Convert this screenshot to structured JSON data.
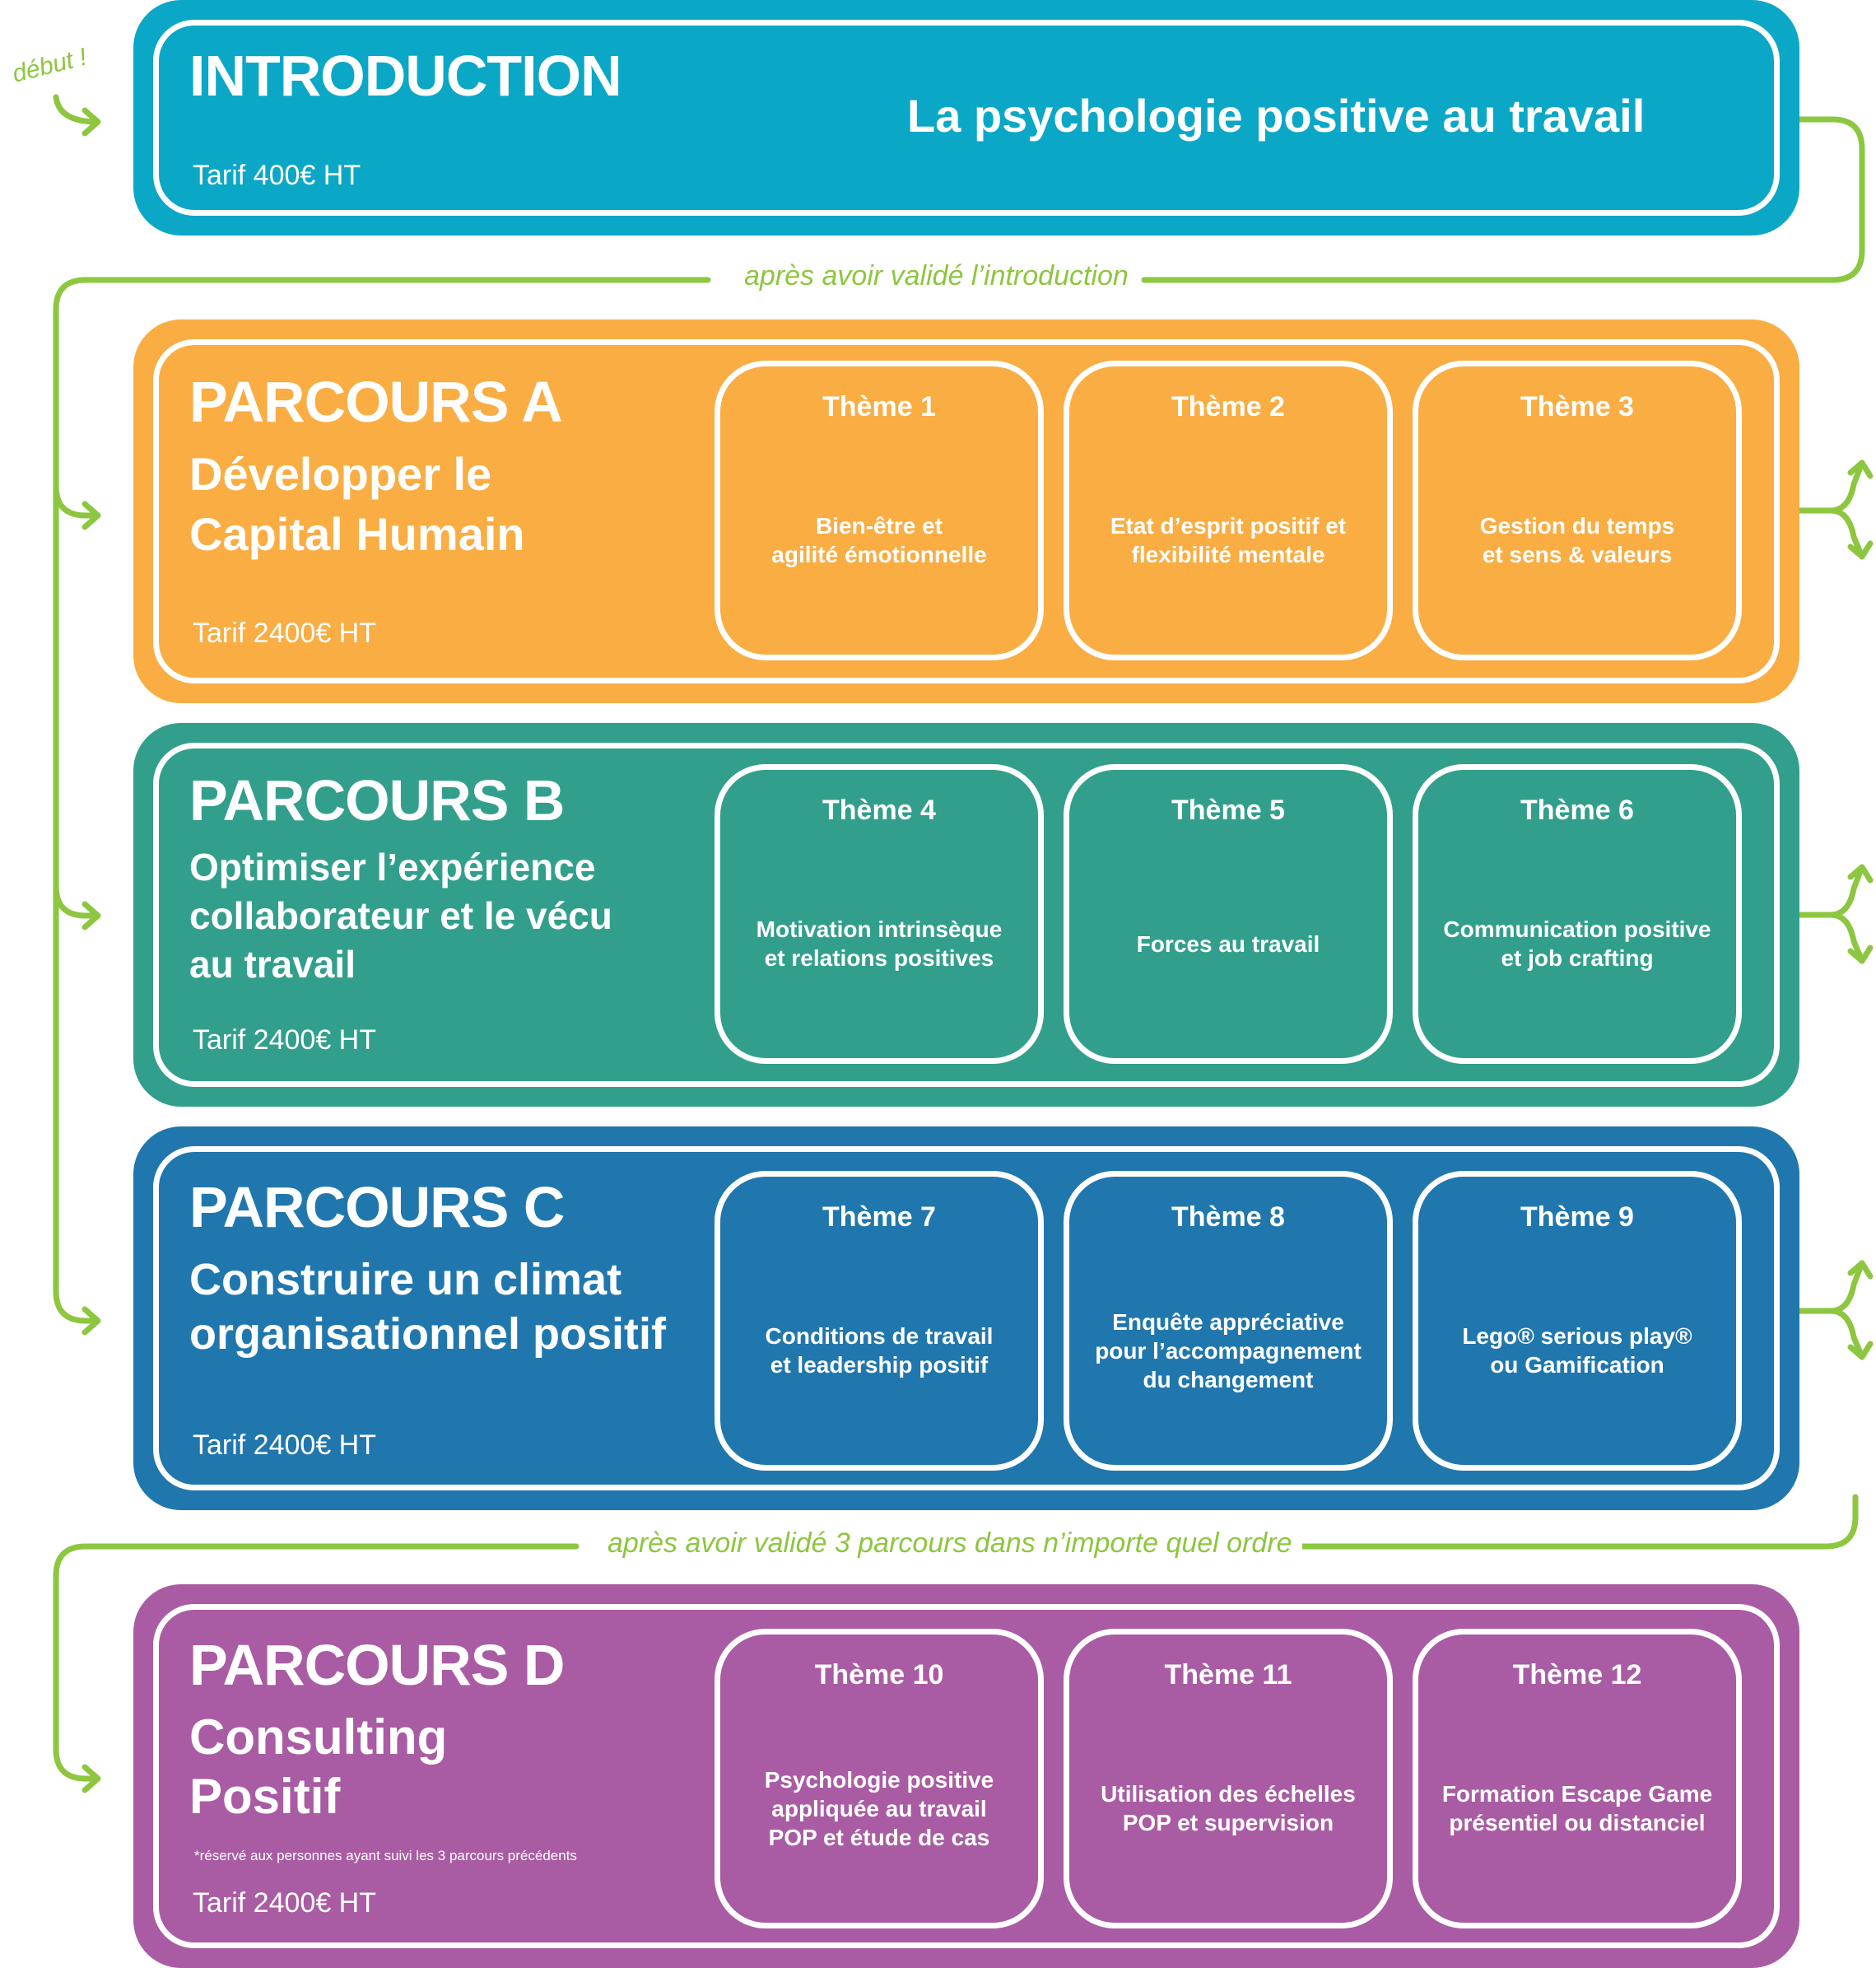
{
  "colors": {
    "intro": "#0ba7c6",
    "parcours_a": "#f9ad43",
    "parcours_b": "#329f8c",
    "parcours_c": "#2077ad",
    "parcours_d": "#a95ca3",
    "connector": "#8dc63f"
  },
  "start_label": "début !",
  "intro": {
    "title": "INTRODUCTION",
    "subtitle": "La psychologie positive au travail",
    "tarif": "Tarif 400€ HT"
  },
  "connector_1_label": "après avoir validé l’introduction",
  "connector_2_label": "après avoir validé 3 parcours dans n’importe quel ordre",
  "parcours": [
    {
      "title": "PARCOURS A",
      "subtitle": "Développer le\nCapital Humain",
      "tarif": "Tarif 2400€ HT",
      "themes": [
        {
          "label": "Thème 1",
          "desc": "Bien-être et\nagilité émotionnelle"
        },
        {
          "label": "Thème 2",
          "desc": "Etat d’esprit positif et\nflexibilité mentale"
        },
        {
          "label": "Thème 3",
          "desc": "Gestion du temps\net sens & valeurs"
        }
      ]
    },
    {
      "title": "PARCOURS B",
      "subtitle": "Optimiser l’expérience\ncollaborateur et le vécu\nau travail",
      "tarif": "Tarif 2400€ HT",
      "themes": [
        {
          "label": "Thème 4",
          "desc": "Motivation intrinsèque\net relations positives"
        },
        {
          "label": "Thème 5",
          "desc": "Forces au travail"
        },
        {
          "label": "Thème 6",
          "desc": "Communication positive\net job crafting"
        }
      ]
    },
    {
      "title": "PARCOURS C",
      "subtitle": "Construire un climat\norganisationnel positif",
      "tarif": "Tarif 2400€ HT",
      "themes": [
        {
          "label": "Thème 7",
          "desc": "Conditions de travail\net leadership positif"
        },
        {
          "label": "Thème 8",
          "desc": "Enquête appréciative\npour l’accompagnement\ndu changement"
        },
        {
          "label": "Thème 9",
          "desc": "Lego® serious play®\nou Gamification"
        }
      ]
    },
    {
      "title": "PARCOURS D",
      "subtitle": "Consulting\nPositif",
      "note": "*réservé aux personnes ayant suivi les 3 parcours précédents",
      "tarif": "Tarif 2400€ HT",
      "themes": [
        {
          "label": "Thème 10",
          "desc": "Psychologie positive\nappliquée au travail\nPOP et étude de cas"
        },
        {
          "label": "Thème 11",
          "desc": "Utilisation des échelles\nPOP et supervision"
        },
        {
          "label": "Thème 12",
          "desc": "Formation Escape Game\nprésentiel ou distanciel"
        }
      ]
    }
  ]
}
